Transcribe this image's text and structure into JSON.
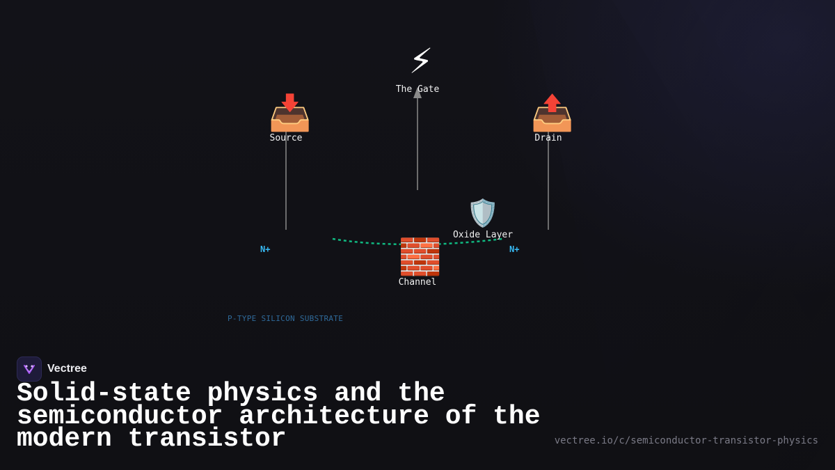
{
  "diagram": {
    "nodes": {
      "gate": {
        "label": "The Gate",
        "icon": "lightning-icon",
        "glyph": "⚡"
      },
      "source": {
        "label": "Source",
        "icon": "inbox-tray-icon",
        "glyph": "📥"
      },
      "drain": {
        "label": "Drain",
        "icon": "outbox-tray-icon",
        "glyph": "📤"
      },
      "oxide": {
        "label": "Oxide Layer",
        "icon": "shield-icon",
        "glyph": "🛡️"
      },
      "channel": {
        "label": "Channel",
        "icon": "brick-wall-icon",
        "glyph": "🧱"
      }
    },
    "regions": {
      "n_plus_left": "N+",
      "n_plus_right": "N+",
      "substrate": "P-TYPE SILICON SUBSTRATE"
    },
    "colors": {
      "region_label": "#38bdf8",
      "channel_path": "#10b981",
      "connector": "#8a8a8a",
      "substrate_label": "#2f6a9a"
    }
  },
  "branding": {
    "name": "Vectree",
    "icon": "vectree-logo-icon"
  },
  "headline": "Solid-state physics and the semiconductor architecture of the modern transistor",
  "url": "vectree.io/c/semiconductor-transistor-physics"
}
